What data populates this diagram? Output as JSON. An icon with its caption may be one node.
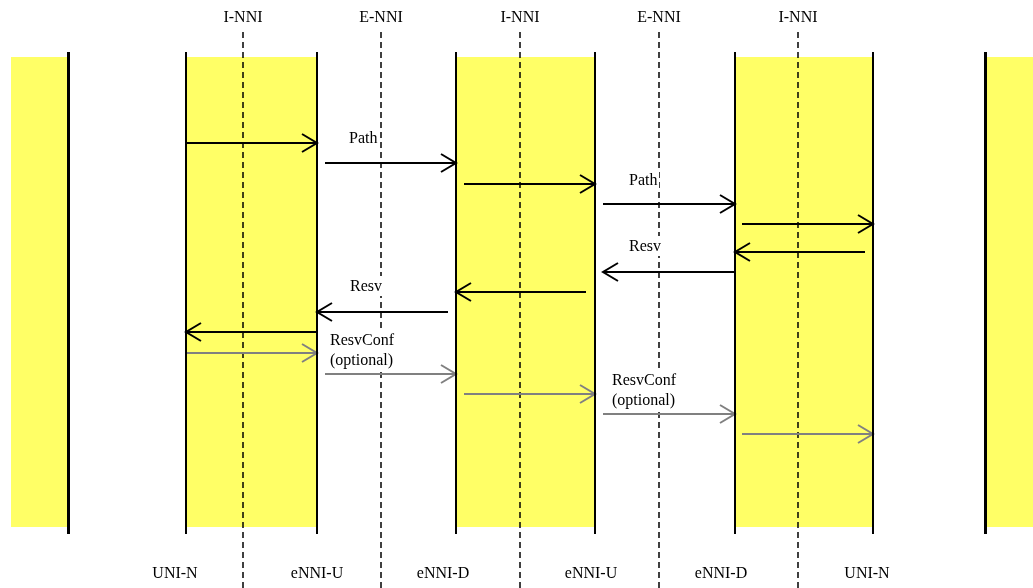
{
  "diagram": {
    "nodes": [
      {
        "text": [],
        "shape": "bar"
      },
      {
        "text": [
          "UNI-N"
        ]
      },
      {
        "text": [
          "eNNI-U"
        ]
      },
      {
        "text": [
          "eNNI-D"
        ]
      },
      {
        "text": [
          "eNNI-U"
        ]
      },
      {
        "text": [
          "eNNI-D"
        ]
      },
      {
        "text": [
          "UNI-N"
        ]
      },
      {
        "text": [],
        "shape": "bar"
      }
    ],
    "edges": [
      {
        "from": 1,
        "to": 2,
        "arrow": "to"
      },
      {
        "from": 2,
        "to": 3,
        "arrow": "to",
        "label": "Path"
      },
      {
        "from": 3,
        "to": 4,
        "arrow": "to"
      },
      {
        "from": 4,
        "to": 5,
        "arrow": "to",
        "label": "Path"
      },
      {
        "from": 5,
        "to": 6,
        "arrow": "to"
      },
      {
        "from": 6,
        "to": 5,
        "arrow": "to"
      },
      {
        "from": 5,
        "to": 4,
        "arrow": "to",
        "label": "Resv"
      },
      {
        "from": 4,
        "to": 3,
        "arrow": "to"
      },
      {
        "from": 3,
        "to": 2,
        "arrow": "to",
        "label": "Resv"
      },
      {
        "from": 2,
        "to": 1,
        "arrow": "to"
      },
      {
        "from": 1,
        "to": 2,
        "arrow": "to",
        "color": "#808080"
      },
      {
        "from": 2,
        "to": 3,
        "arrow": "to",
        "color": "#808080",
        "label": "ResvConf (optional)"
      },
      {
        "from": 3,
        "to": 4,
        "arrow": "to",
        "color": "#808080"
      },
      {
        "from": 4,
        "to": 5,
        "arrow": "to",
        "color": "#808080",
        "label": "ResvConf (optional)"
      },
      {
        "from": 5,
        "to": 6,
        "arrow": "to",
        "color": "#808080"
      }
    ],
    "labels": [
      "I-NNI",
      "E-NNI",
      "I-NNI",
      "E-NNI",
      "I-NNI"
    ]
  }
}
